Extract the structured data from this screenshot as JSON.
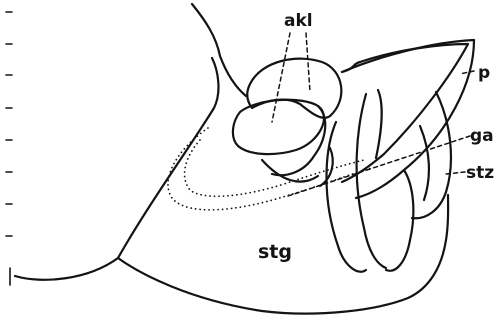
{
  "labels": {
    "akl": "akl",
    "p": "p",
    "ga": "ga",
    "stz": "stz",
    "stg": "stg"
  },
  "colors": {
    "ink": "#141414",
    "background": "#ffffff"
  }
}
